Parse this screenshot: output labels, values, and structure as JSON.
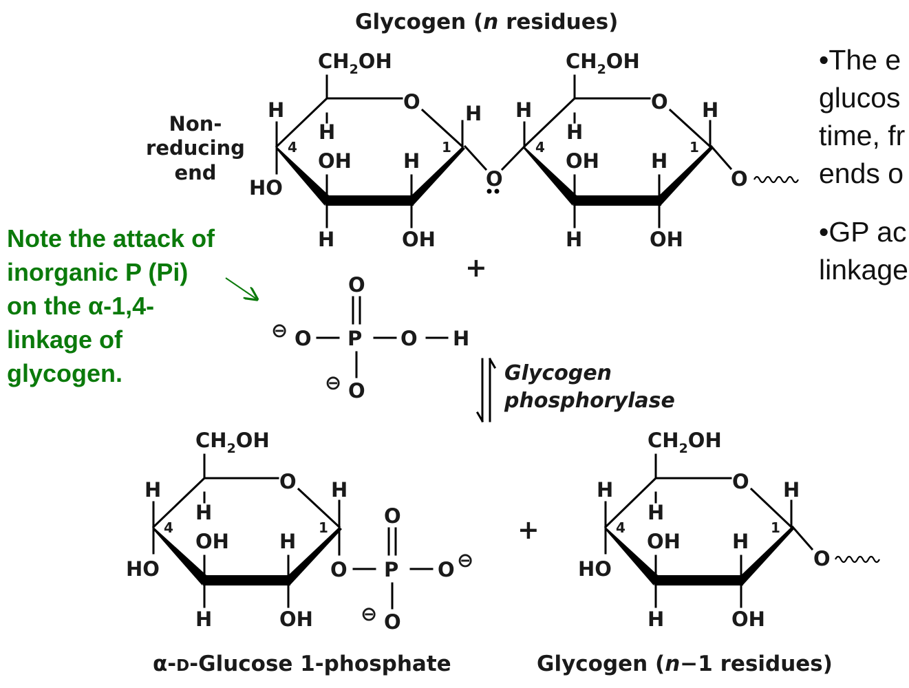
{
  "top": {
    "title_prefix": "Glycogen (",
    "title_n": "n",
    "title_suffix": " residues)",
    "nonreducing_end": [
      "Non-",
      "reducing",
      "end"
    ]
  },
  "atoms": {
    "ch2oh_c": "CH",
    "ch2oh_sub": "2",
    "ch2oh_oh": "OH",
    "ring_o": "O",
    "h": "H",
    "oh": "OH",
    "ho": "HO",
    "c4": "4",
    "c1": "1",
    "glyco_o": "O",
    "o": "O",
    "p": "P",
    "minus": "⊖",
    "plus": "+"
  },
  "enzyme": {
    "line1": "Glycogen",
    "line2": "phosphorylase"
  },
  "products": {
    "g1p_alpha": "α-",
    "g1p_d": "D",
    "g1p_rest": "-Glucose 1-phosphate",
    "glycogen_prefix": "Glycogen (",
    "glycogen_n": "n",
    "glycogen_minus": "−",
    "glycogen_suffix": "1 residues)"
  },
  "note": {
    "lines": [
      "Note the attack of",
      "inorganic P (Pi)",
      "on the α-1,4-",
      "linkage of",
      "glycogen."
    ],
    "color": "#0b7a0b"
  },
  "side_text": {
    "block1": [
      "•The e",
      "glucos",
      "time, fr",
      "ends o"
    ],
    "block2": [
      "•GP ac",
      "linkage"
    ]
  }
}
